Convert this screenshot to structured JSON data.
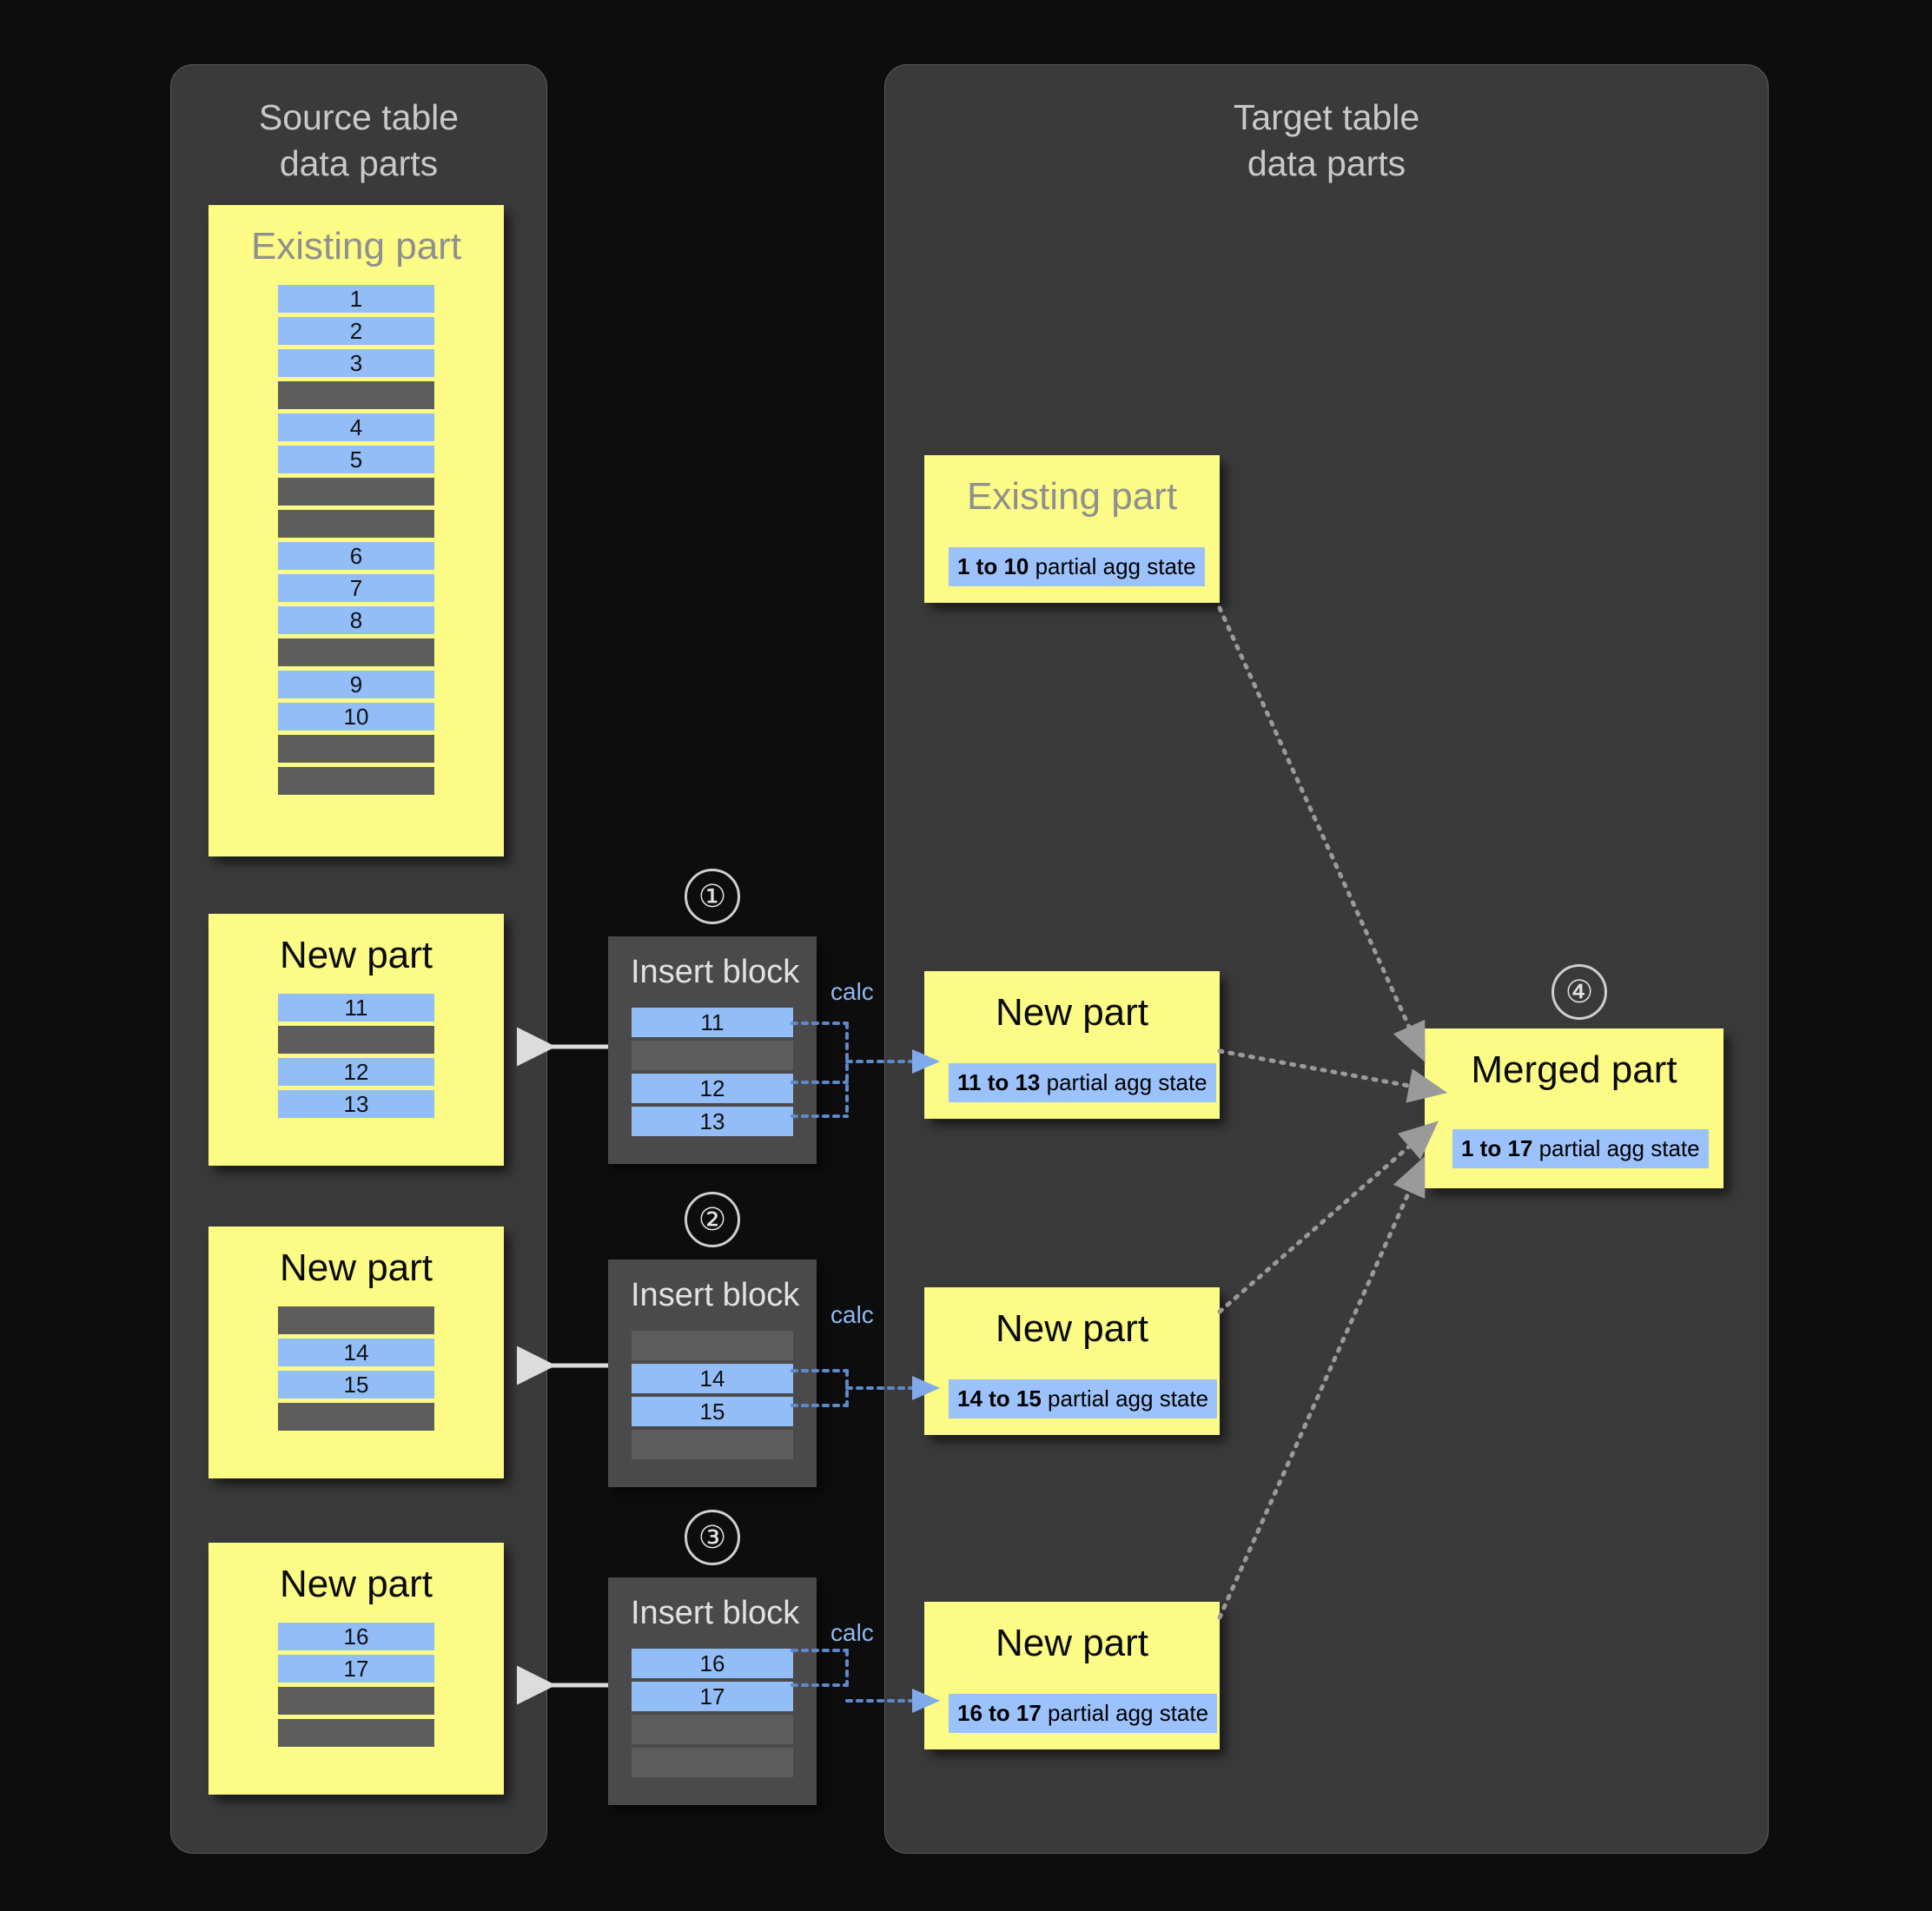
{
  "panels": {
    "source": {
      "title": "Source table\ndata parts"
    },
    "target": {
      "title": "Target table\ndata parts"
    }
  },
  "labels": {
    "existing_part": "Existing part",
    "new_part": "New part",
    "merged_part": "Merged part",
    "insert_block": "Insert block",
    "calc": "calc"
  },
  "steps": {
    "one": "①",
    "two": "②",
    "three": "③",
    "four": "④"
  },
  "source_parts": [
    {
      "title": "Existing part",
      "rows": [
        {
          "type": "blue",
          "value": "1"
        },
        {
          "type": "blue",
          "value": "2"
        },
        {
          "type": "blue",
          "value": "3"
        },
        {
          "type": "gray",
          "value": ""
        },
        {
          "type": "blue",
          "value": "4"
        },
        {
          "type": "blue",
          "value": "5"
        },
        {
          "type": "gray",
          "value": ""
        },
        {
          "type": "gray",
          "value": ""
        },
        {
          "type": "blue",
          "value": "6"
        },
        {
          "type": "blue",
          "value": "7"
        },
        {
          "type": "blue",
          "value": "8"
        },
        {
          "type": "gray",
          "value": ""
        },
        {
          "type": "blue",
          "value": "9"
        },
        {
          "type": "blue",
          "value": "10"
        },
        {
          "type": "gray",
          "value": ""
        },
        {
          "type": "gray",
          "value": ""
        }
      ]
    },
    {
      "title": "New part",
      "rows": [
        {
          "type": "blue",
          "value": "11"
        },
        {
          "type": "gray",
          "value": ""
        },
        {
          "type": "blue",
          "value": "12"
        },
        {
          "type": "blue",
          "value": "13"
        }
      ]
    },
    {
      "title": "New part",
      "rows": [
        {
          "type": "gray",
          "value": ""
        },
        {
          "type": "blue",
          "value": "14"
        },
        {
          "type": "blue",
          "value": "15"
        },
        {
          "type": "gray",
          "value": ""
        }
      ]
    },
    {
      "title": "New part",
      "rows": [
        {
          "type": "blue",
          "value": "16"
        },
        {
          "type": "blue",
          "value": "17"
        },
        {
          "type": "gray",
          "value": ""
        },
        {
          "type": "gray",
          "value": ""
        }
      ]
    }
  ],
  "insert_blocks": [
    {
      "step": "①",
      "title": "Insert block",
      "calc": "calc",
      "rows": [
        {
          "type": "blue",
          "value": "11"
        },
        {
          "type": "gray",
          "value": ""
        },
        {
          "type": "blue",
          "value": "12"
        },
        {
          "type": "blue",
          "value": "13"
        }
      ]
    },
    {
      "step": "②",
      "title": "Insert block",
      "calc": "calc",
      "rows": [
        {
          "type": "gray",
          "value": ""
        },
        {
          "type": "blue",
          "value": "14"
        },
        {
          "type": "blue",
          "value": "15"
        },
        {
          "type": "gray",
          "value": ""
        }
      ]
    },
    {
      "step": "③",
      "title": "Insert block",
      "calc": "calc",
      "rows": [
        {
          "type": "blue",
          "value": "16"
        },
        {
          "type": "blue",
          "value": "17"
        },
        {
          "type": "gray",
          "value": ""
        },
        {
          "type": "gray",
          "value": ""
        }
      ]
    }
  ],
  "target_parts": [
    {
      "title": "Existing part",
      "muted": true,
      "range": "1 to 10",
      "state": " partial agg state"
    },
    {
      "title": "New part",
      "muted": false,
      "range": "11 to 13",
      "state": " partial agg state"
    },
    {
      "title": "New part",
      "muted": false,
      "range": "14 to 15",
      "state": " partial agg state"
    },
    {
      "title": "New part",
      "muted": false,
      "range": "16 to 17",
      "state": " partial agg state"
    }
  ],
  "merged_part": {
    "step": "④",
    "title": "Merged part",
    "range": "1 to 17",
    "state": " partial agg state"
  },
  "colors": {
    "background": "#0d0d0d",
    "panel": "#3a3a3a",
    "panel_border": "#5c5c5c",
    "card_yellow": "#fbfb85",
    "row_blue": "#92bdf7",
    "row_gray": "#5d5d5d",
    "insert_block": "#4a4a4a",
    "chip_blue": "#9cc2fb",
    "calc_blue": "#8fb9f2",
    "arrow_solid": "#dcdcdc",
    "arrow_dotted": "#9a9a9a",
    "title_text": "#c9c9c9",
    "muted_title": "#8f8f8f"
  }
}
